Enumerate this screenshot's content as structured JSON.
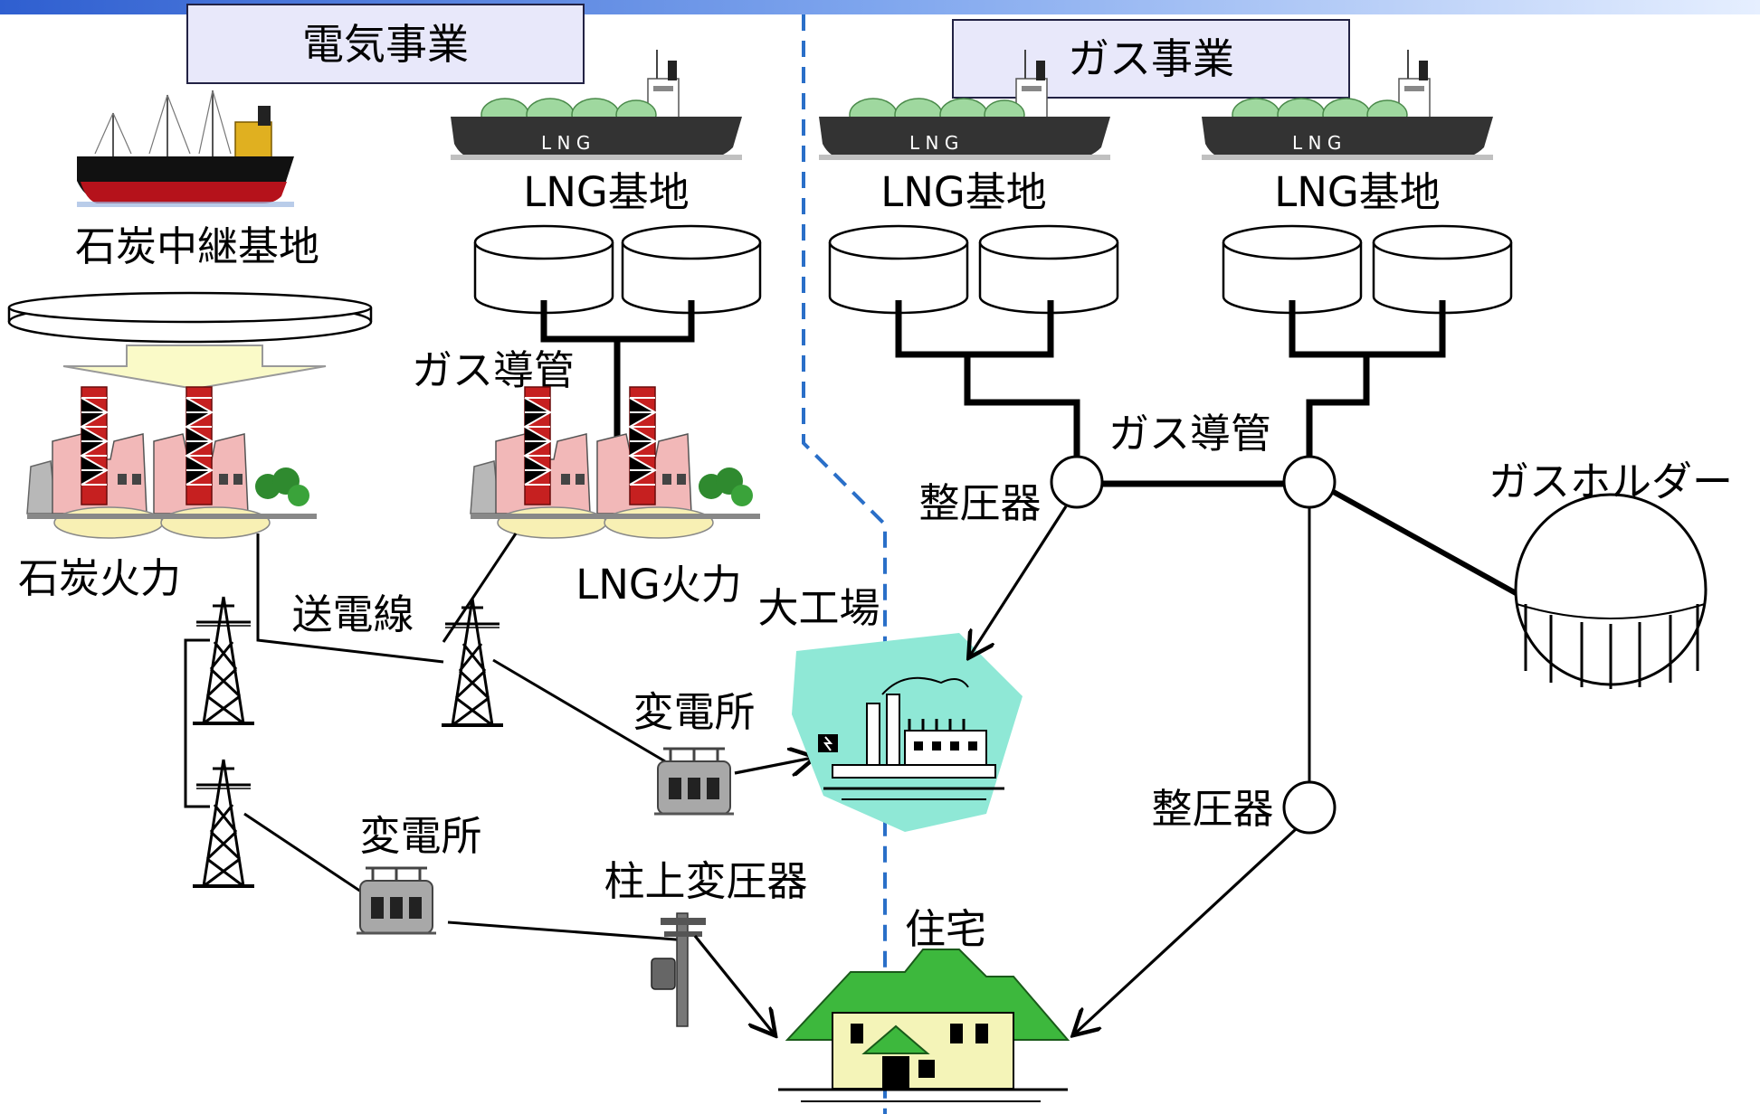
{
  "headers": {
    "electric": "電気事業",
    "gas": "ガス事業"
  },
  "labels": {
    "coal_relay_base": "石炭中継基地",
    "coal_thermal": "石炭火力",
    "lng_base_1": "LNG基地",
    "lng_base_2": "LNG基地",
    "lng_base_3": "LNG基地",
    "gas_pipeline_left": "ガス導管",
    "gas_pipeline_right": "ガス導管",
    "lng_thermal": "LNG火力",
    "transmission_line": "送電線",
    "large_factory": "大工場",
    "substation_1": "変電所",
    "substation_2": "変電所",
    "pole_transformer": "柱上変圧器",
    "residence": "住宅",
    "regulator_1": "整圧器",
    "regulator_2": "整圧器",
    "gas_holder": "ガスホルダー",
    "ship_text": "L N G"
  },
  "colors": {
    "header_fill": "#e8e8fa",
    "header_stroke": "#222244",
    "divider": "#2a6fc8",
    "top_bar": "#3b6fd6",
    "tower_red": "#c62020",
    "plant_pink": "#f2b8b8",
    "plant_gray": "#b8b8b8",
    "plant_yellow": "#f8f0b4",
    "tree_green": "#2f8a2f",
    "lng_dome": "#9fd89f",
    "ship_hull": "#333333",
    "coal_hull": "#b5121b",
    "coal_deck": "#111111",
    "factory_teal": "#8fe8d6",
    "house_roof": "#3db83d",
    "house_wall": "#f4f4b8",
    "arrow_fill": "#fafac8"
  },
  "icons": [
    "coal-ship-icon",
    "lng-tanker-icon",
    "lng-tank-icon",
    "power-plant-icon",
    "transmission-tower-icon",
    "substation-icon",
    "utility-pole-icon",
    "factory-icon",
    "house-icon",
    "gas-holder-icon",
    "down-arrow-icon"
  ]
}
